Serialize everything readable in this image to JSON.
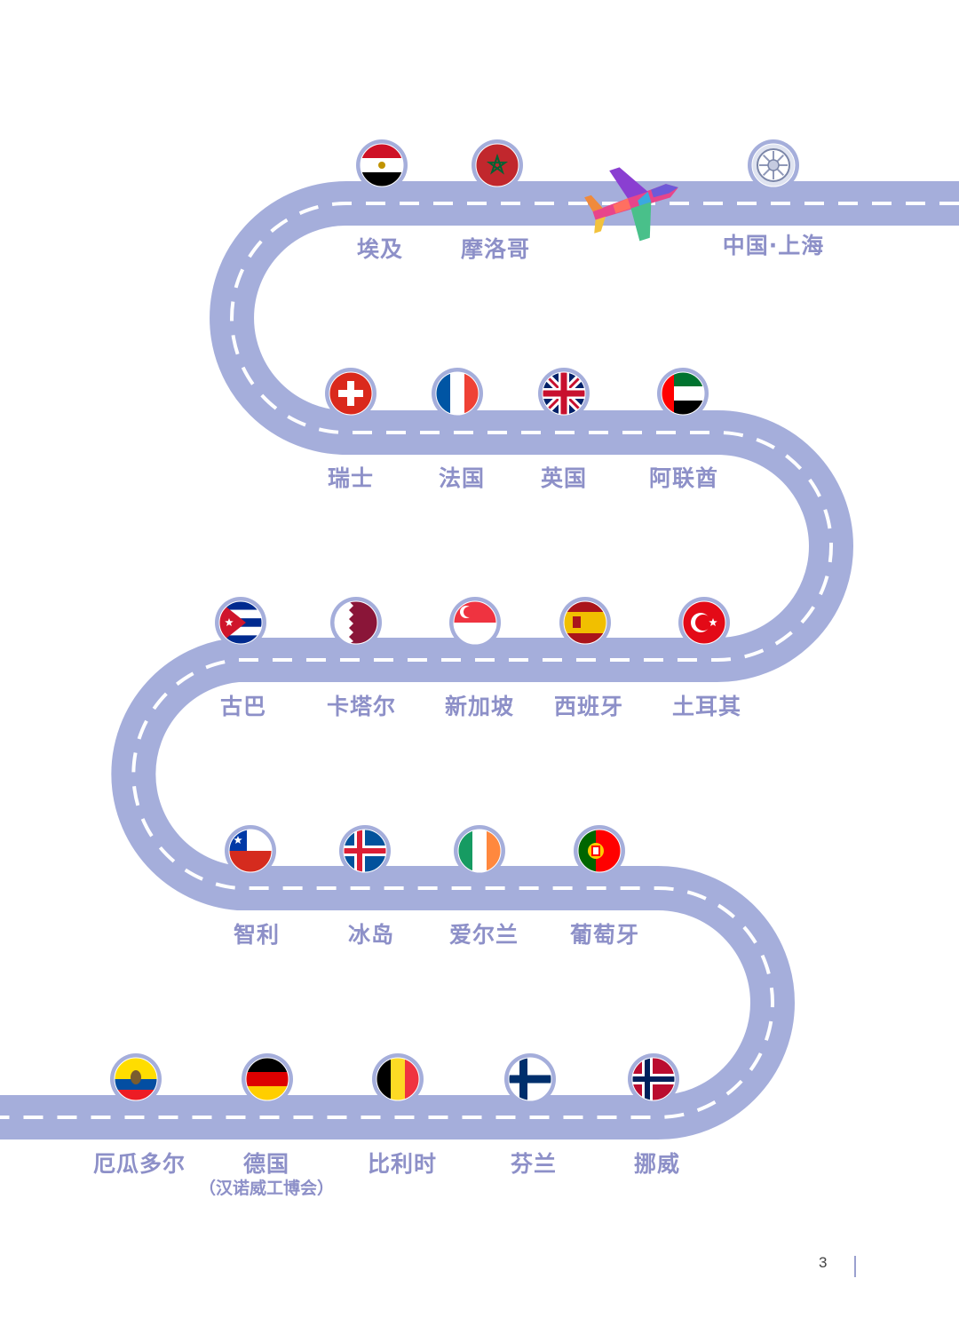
{
  "stops": [
    {
      "id": "shanghai",
      "label": "中国·上海",
      "flag": "expo-emblem-icon"
    },
    {
      "id": "morocco",
      "label": "摩洛哥",
      "flag": "flag-morocco"
    },
    {
      "id": "egypt",
      "label": "埃及",
      "flag": "flag-egypt"
    },
    {
      "id": "switzerland",
      "label": "瑞士",
      "flag": "flag-switzerland"
    },
    {
      "id": "france",
      "label": "法国",
      "flag": "flag-france"
    },
    {
      "id": "uk",
      "label": "英国",
      "flag": "flag-uk"
    },
    {
      "id": "uae",
      "label": "阿联酋",
      "flag": "flag-uae"
    },
    {
      "id": "turkey",
      "label": "土耳其",
      "flag": "flag-turkey"
    },
    {
      "id": "spain",
      "label": "西班牙",
      "flag": "flag-spain"
    },
    {
      "id": "singapore",
      "label": "新加坡",
      "flag": "flag-singapore"
    },
    {
      "id": "qatar",
      "label": "卡塔尔",
      "flag": "flag-qatar"
    },
    {
      "id": "cuba",
      "label": "古巴",
      "flag": "flag-cuba"
    },
    {
      "id": "chile",
      "label": "智利",
      "flag": "flag-chile"
    },
    {
      "id": "iceland",
      "label": "冰岛",
      "flag": "flag-iceland"
    },
    {
      "id": "ireland",
      "label": "爱尔兰",
      "flag": "flag-ireland"
    },
    {
      "id": "portugal",
      "label": "葡萄牙",
      "flag": "flag-portugal"
    },
    {
      "id": "norway",
      "label": "挪威",
      "flag": "flag-norway"
    },
    {
      "id": "finland",
      "label": "芬兰",
      "flag": "flag-finland"
    },
    {
      "id": "belgium",
      "label": "比利时",
      "flag": "flag-belgium"
    },
    {
      "id": "germany",
      "label": "德国",
      "sublabel": "（汉诺威工博会）",
      "flag": "flag-germany"
    },
    {
      "id": "ecuador",
      "label": "厄瓜多尔",
      "flag": "flag-ecuador"
    }
  ],
  "plane_icon": "airplane-icon",
  "page_number": "3",
  "colors": {
    "road": "#a5aedb",
    "dash": "#ffffff",
    "label": "#8d90c8",
    "pin_ring": "#a5aedb"
  }
}
